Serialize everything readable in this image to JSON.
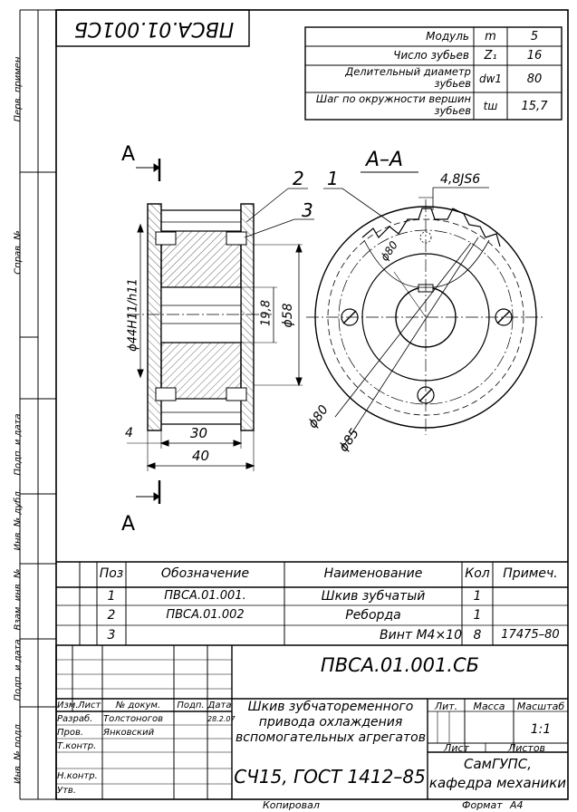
{
  "top_code": "ПВСА.01.001СБ",
  "left_strip": {
    "perv_primen": "Перв. примен",
    "sprav_no": "Справ. №",
    "podp_data_1": "Подп. и дата",
    "inv_dubl": "Инв. № дубл.",
    "vzam_inv": "Взам. инв. №",
    "podp_data_2": "Подп. и дата",
    "inv_podl": "Инв. № подл."
  },
  "param_table": {
    "rows": [
      {
        "name": "Модуль",
        "sym": "m",
        "val": "5"
      },
      {
        "name": "Число зубьев",
        "sym": "Z₁",
        "val": "16"
      },
      {
        "name": "Делительный диаметр зубьев",
        "sym": "dw1",
        "val": "80"
      },
      {
        "name": "Шаг по окружности вершин зубьев",
        "sym": "tш",
        "val": "15,7"
      }
    ]
  },
  "drawing": {
    "section_A_top": "А",
    "section_A_bottom": "А",
    "view_title": "А–А",
    "fit_label": "4,8JS6",
    "leader_1": "1",
    "leader_2": "2",
    "leader_3": "3",
    "dim_44": "ϕ44H11/h11",
    "dim_198": "19,8",
    "dim_58": "ϕ58",
    "dim_4": "4",
    "dim_30": "30",
    "dim_40": "40",
    "dim_80_small": "ϕ80",
    "dim_80": "ϕ80",
    "dim_85": "ϕ85"
  },
  "spec_table": {
    "headers": {
      "pos": "Поз",
      "oboz": "Обозначение",
      "naim": "Наименование",
      "kol": "Кол",
      "prim": "Примеч."
    },
    "rows": [
      {
        "pos": "1",
        "oboz": "ПВСА.01.001.",
        "naim": "Шкив зубчатый",
        "kol": "1",
        "prim": ""
      },
      {
        "pos": "2",
        "oboz": "ПВСА.01.002",
        "naim": "Реборда",
        "kol": "1",
        "prim": ""
      },
      {
        "pos": "3",
        "oboz": "",
        "naim": "Винт М4×10",
        "kol": "8",
        "prim": "17475–80"
      }
    ]
  },
  "title_block": {
    "doc_code": "ПВСА.01.001.СБ",
    "title": "Шкив зубчатоременного привода охлаждения вспомогательных агрегатов",
    "col_izm": "Изм.",
    "col_list": "Лист",
    "col_ndokum": "№ докум.",
    "col_podp": "Подп.",
    "col_data": "Дата",
    "razrab_label": "Разраб.",
    "razrab_name": "Толстоногов",
    "razrab_date": "28.2.07",
    "prov_label": "Пров.",
    "prov_name": "Янковский",
    "tkontr_label": "Т.контр.",
    "nkontr_label": "Н.контр.",
    "utv_label": "Утв.",
    "lit": "Лит.",
    "massa": "Масса",
    "masshtab": "Масштаб",
    "scale_value": "1:1",
    "list": "Лист",
    "listov": "Листов",
    "material": "СЧ15, ГОСТ 1412–85",
    "org_line1": "СамГУПС,",
    "org_line2": "кафедра механики",
    "kopiroval": "Копировал",
    "format_label": "Формат",
    "format_value": "А4"
  }
}
